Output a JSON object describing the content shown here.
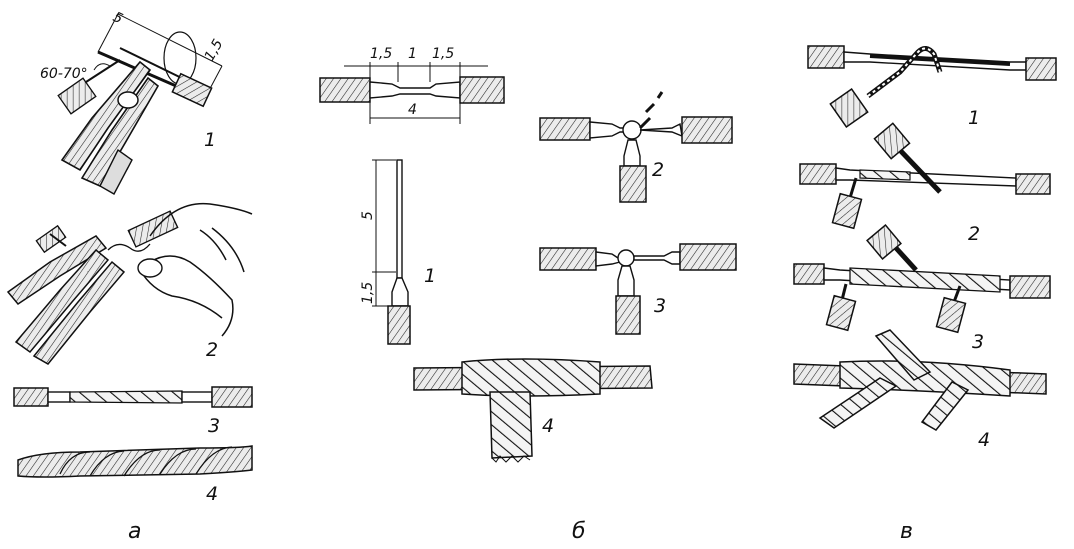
{
  "panel_a": {
    "caption": "а",
    "dims": {
      "d5": "5",
      "angle": "60-70°",
      "d15": "1,5"
    },
    "steps": [
      "1",
      "2",
      "3",
      "4"
    ]
  },
  "panel_b": {
    "caption": "б",
    "dims": {
      "a": "1,5",
      "b": "1",
      "c": "1,5",
      "total": "4",
      "v5": "5",
      "v15": "1,5"
    },
    "steps": [
      "1",
      "2",
      "3",
      "4"
    ]
  },
  "panel_c": {
    "caption": "в",
    "steps": [
      "1",
      "2",
      "3",
      "4"
    ]
  }
}
